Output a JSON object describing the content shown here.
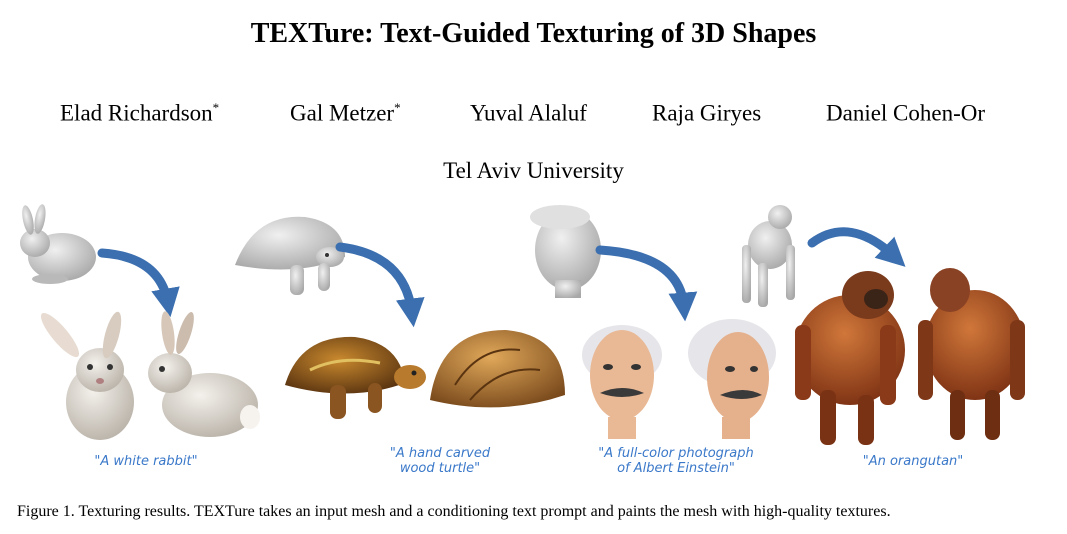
{
  "title": "TEXTure: Text-Guided Texturing of 3D Shapes",
  "authors": [
    {
      "name": "Elad Richardson",
      "mark": "*"
    },
    {
      "name": "Gal Metzer",
      "mark": "*"
    },
    {
      "name": "Yuval Alaluf",
      "mark": ""
    },
    {
      "name": "Raja Giryes",
      "mark": ""
    },
    {
      "name": "Daniel Cohen-Or",
      "mark": ""
    }
  ],
  "affiliation": "Tel Aviv University",
  "prompts": [
    {
      "line1": "\"A white rabbit\"",
      "line2": ""
    },
    {
      "line1": "\"A hand carved",
      "line2": "wood turtle\""
    },
    {
      "line1": "\"A full-color photograph",
      "line2": "of Albert Einstein\""
    },
    {
      "line1": "\"An orangutan\"",
      "line2": ""
    }
  ],
  "caption": "Figure 1.  Texturing results. TEXTure takes an input mesh and a conditioning text prompt and paints the mesh with high-quality textures.",
  "colors": {
    "arrow": "#3b6fb0",
    "prompt_text": "#3a78c9",
    "mesh_gray": "#c8c8c8"
  }
}
